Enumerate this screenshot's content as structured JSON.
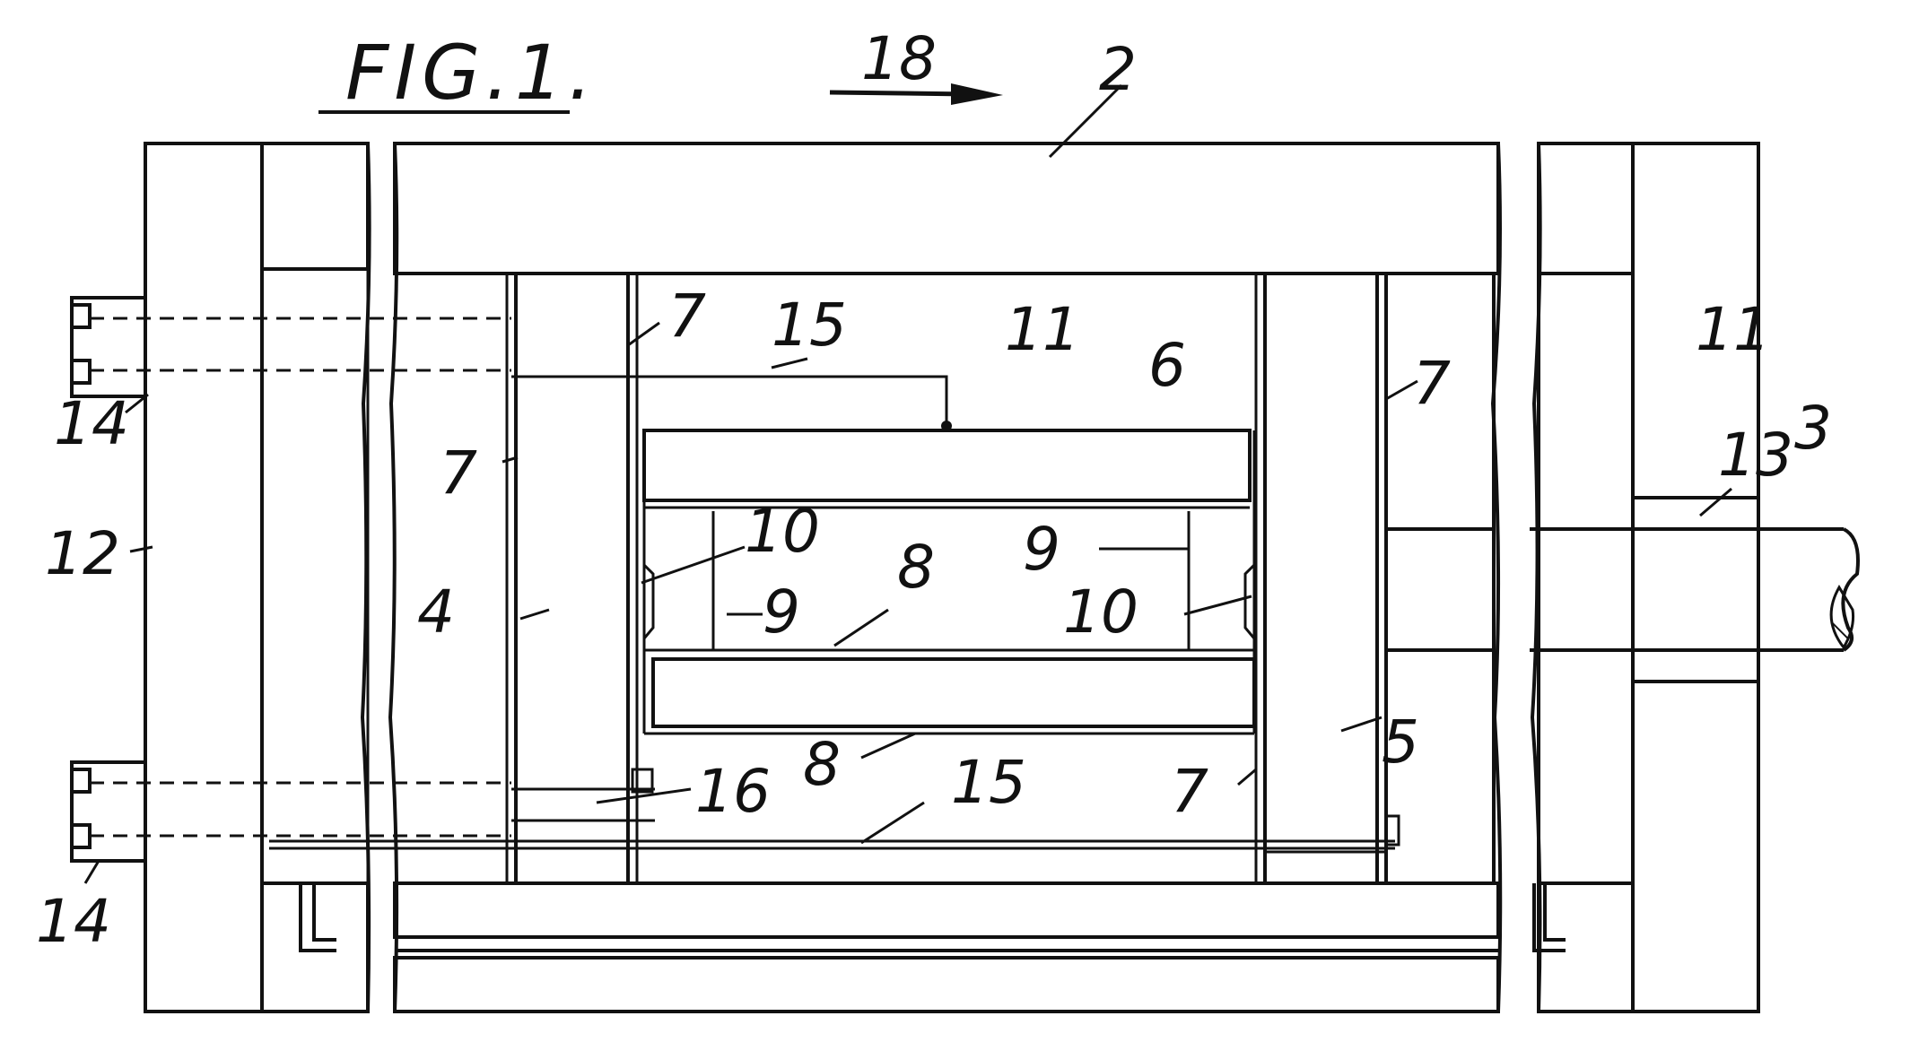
{
  "figure": {
    "title": "FIG.1.",
    "direction_label": "18"
  },
  "labels": {
    "l2": "2",
    "l3": "3",
    "l4": "4",
    "l5": "5",
    "l6": "6",
    "l7a": "7",
    "l7b": "7",
    "l7c": "7",
    "l7d": "7",
    "l8a": "8",
    "l8b": "8",
    "l9a": "9",
    "l9b": "9",
    "l10a": "10",
    "l10b": "10",
    "l11a": "11",
    "l11b": "11",
    "l12": "12",
    "l13": "13",
    "l14a": "14",
    "l14b": "14",
    "l15a": "15",
    "l15b": "15",
    "l16": "16"
  }
}
